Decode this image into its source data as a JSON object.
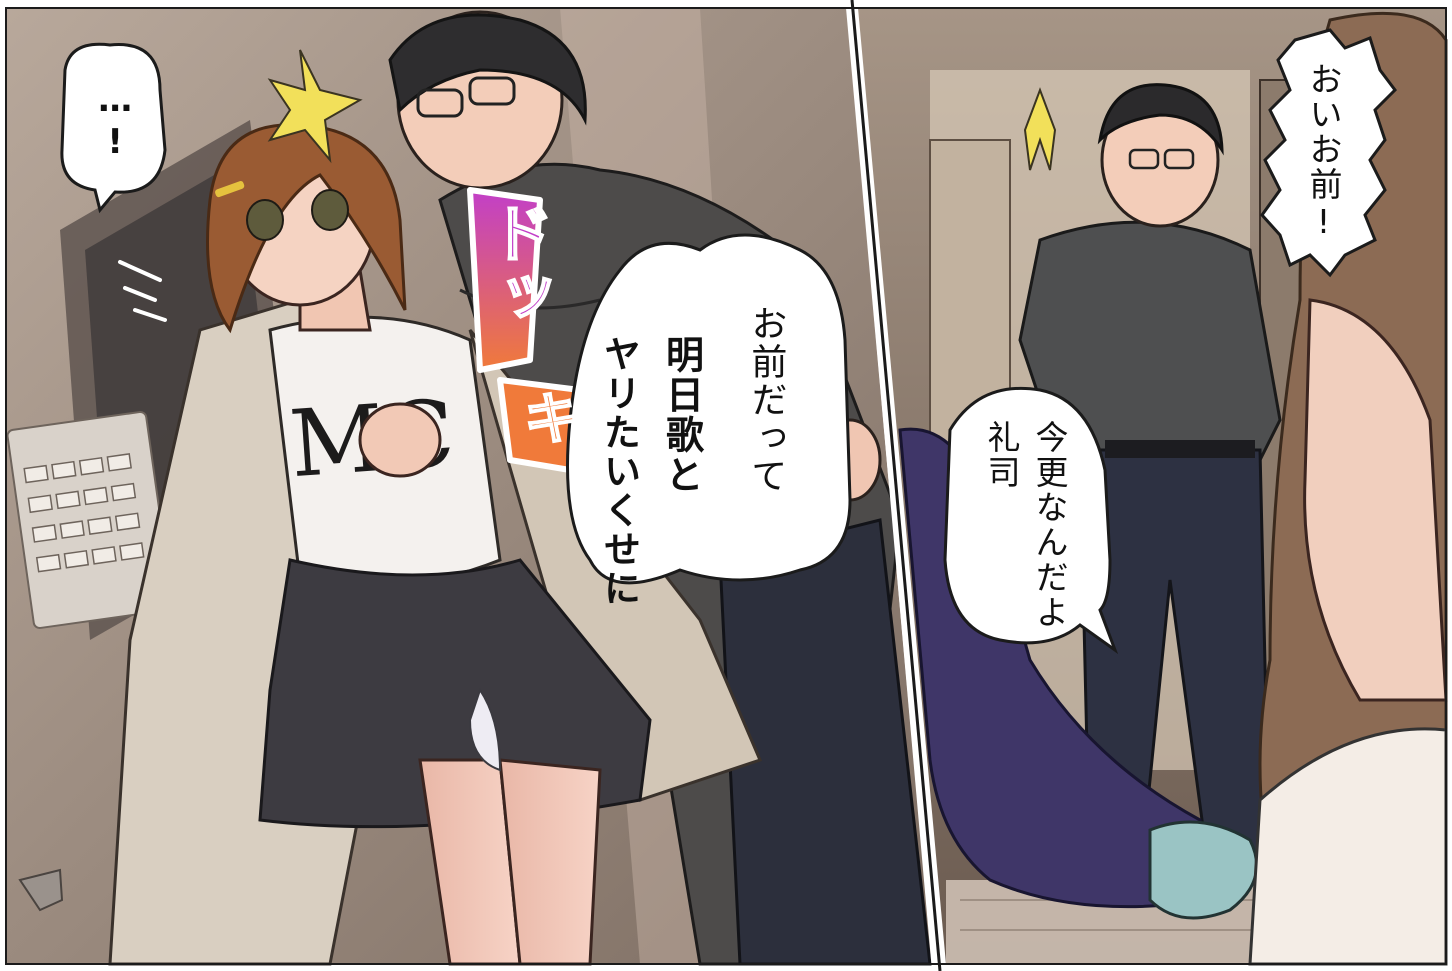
{
  "panels": [
    {
      "name": "left-panel",
      "bubbles": [
        {
          "name": "ellipsis-bubble",
          "text": "…!"
        },
        {
          "name": "question-bubble",
          "text": "お前だって"
        },
        {
          "name": "question-bubble-line2",
          "text": "明日歌と"
        },
        {
          "name": "question-bubble-line3",
          "text": "ヤリたいくせに"
        }
      ],
      "sfx": {
        "top": "ドッ",
        "bottom": "キ"
      },
      "shirt_print": "MC",
      "colors": {
        "sfx_top": "#c23fc8",
        "sfx_bottom": "#f07a3a"
      }
    },
    {
      "name": "right-panel",
      "bubbles": [
        {
          "name": "shout-bubble",
          "text": "おいお前!"
        },
        {
          "name": "reply-bubble-line1",
          "text": "今更なんだよ"
        },
        {
          "name": "reply-bubble-line2",
          "text": "礼司"
        }
      ]
    }
  ]
}
